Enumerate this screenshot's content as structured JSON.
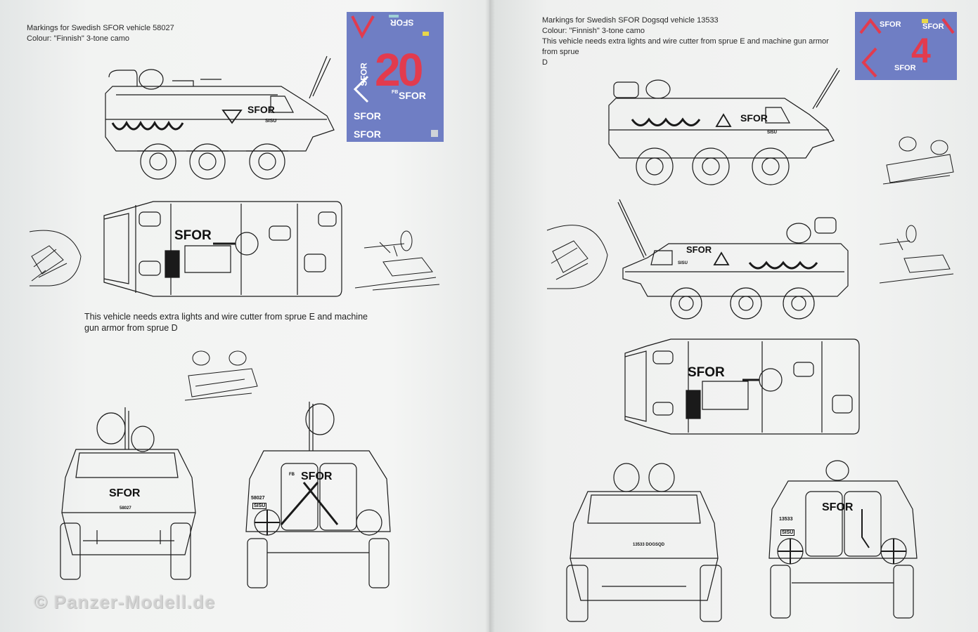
{
  "left_page": {
    "heading_line1": "Markings for Swedish SFOR vehicle 58027",
    "heading_line2": "Colour: \"Finnish\" 3-tone camo",
    "note_line1": "This vehicle needs extra lights and wire cutter from sprue E and machine",
    "note_line2": "gun armor from sprue D",
    "decal": {
      "number": "20",
      "marking_1": "SFOR",
      "marking_2": "SFOR",
      "marking_3": "SFOR",
      "marking_4": "SFOR",
      "marking_5": "SFOR",
      "prefix": "FB",
      "bg_color": "#6f7ec4"
    },
    "side_marking": "SFOR",
    "side_small": "SISU",
    "top_marking": "SFOR",
    "front_marking": "SFOR",
    "front_plate": "58027",
    "rear_marking": "SFOR",
    "rear_prefix": "FB",
    "rear_plate": "58027",
    "rear_small": "SISU"
  },
  "right_page": {
    "heading_line1": "Markings for Swedish SFOR Dogsqd vehicle 13533",
    "heading_line2": "Colour: \"Finnish\" 3-tone camo",
    "heading_line3": "This vehicle needs extra lights and wire cutter from sprue E and machine gun armor",
    "heading_line4": "from sprue",
    "heading_line5": "D",
    "decal": {
      "number": "4",
      "marking_1": "SFOR",
      "marking_2": "SFOR",
      "marking_3": "SFOR",
      "bg_color": "#6f7ec4"
    },
    "side_marking": "SFOR",
    "side_small": "SISU",
    "side2_marking": "SFOR",
    "side2_small": "SISU",
    "top_marking": "SFOR",
    "front_plate": "13533 DOGSQD",
    "rear_marking": "SFOR",
    "rear_plate": "13533",
    "rear_small": "SISU"
  },
  "watermark": "© Panzer-Modell.de",
  "colors": {
    "decal_blue": "#6f7ec4",
    "decal_red": "#e23b4e",
    "line": "#1a1a1a"
  }
}
